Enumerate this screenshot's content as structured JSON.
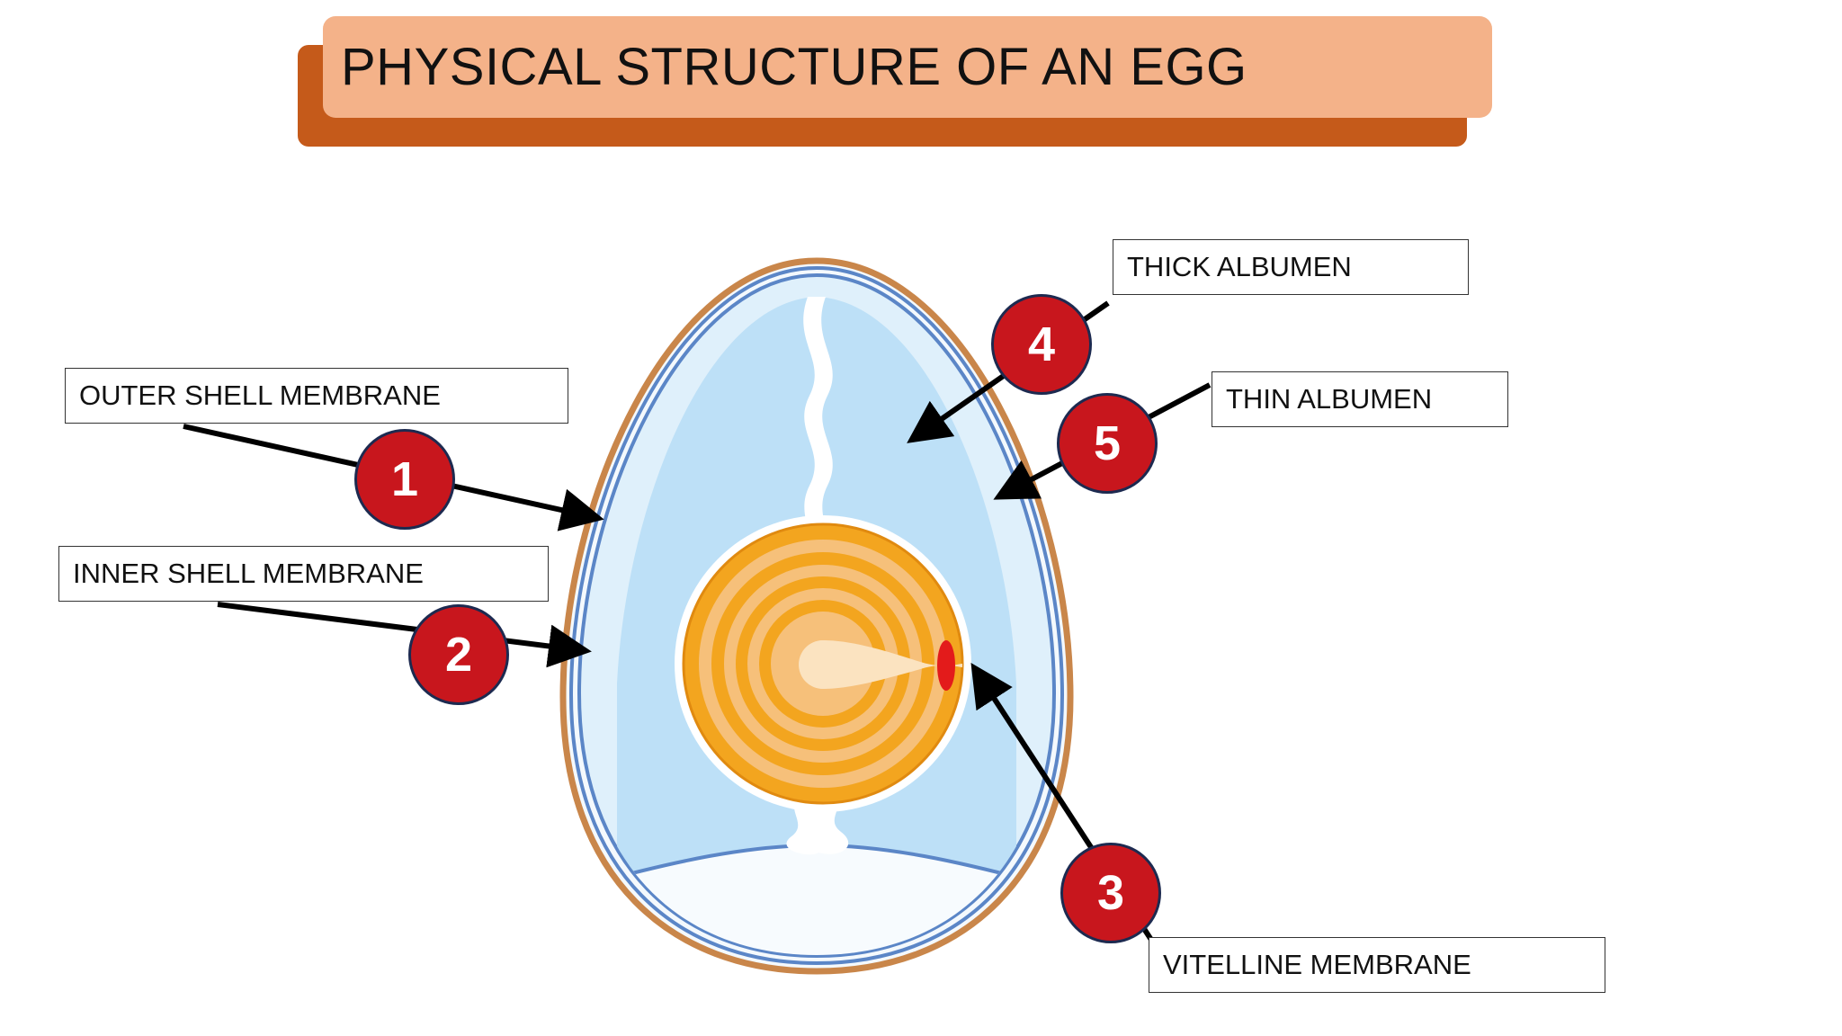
{
  "title": "PHYSICAL STRUCTURE OF AN EGG",
  "labels": {
    "outer_shell_membrane": "OUTER SHELL MEMBRANE",
    "inner_shell_membrane": "INNER SHELL MEMBRANE",
    "thick_albumen": "THICK ALBUMEN",
    "thin_albumen": "THIN ALBUMEN",
    "vitelline_membrane": "VITELLINE MEMBRANE"
  },
  "badges": {
    "one": "1",
    "two": "2",
    "three": "3",
    "four": "4",
    "five": "5"
  },
  "colors": {
    "title_fill": "#f4b289",
    "title_shadow": "#c55a1a",
    "badge_fill": "#c8161d",
    "shell": "#c9864a",
    "membrane": "#5b86c7",
    "albumen": "#bde0f7",
    "yolk": "#f5a623"
  }
}
